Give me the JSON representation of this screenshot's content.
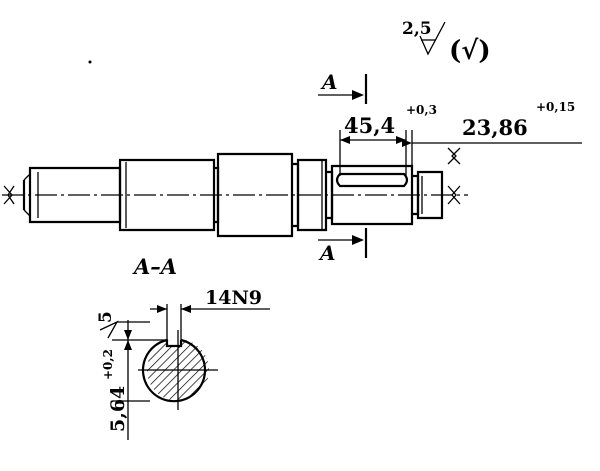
{
  "roughness": {
    "value": "2,5",
    "general_sign": "(√)"
  },
  "section_marks": {
    "top": "A",
    "bottom": "A"
  },
  "section_title": "A–A",
  "dimensions": {
    "keyway_length": {
      "value": "45,4",
      "tolerance": "+0,3"
    },
    "groove_diameter": {
      "value": "23,86",
      "tolerance": "+0,15"
    },
    "key_width": {
      "value": "14N9"
    },
    "keyway_depth": {
      "value": "5,64",
      "tolerance": "+0,2"
    },
    "side_roughness": {
      "value": "5"
    }
  }
}
